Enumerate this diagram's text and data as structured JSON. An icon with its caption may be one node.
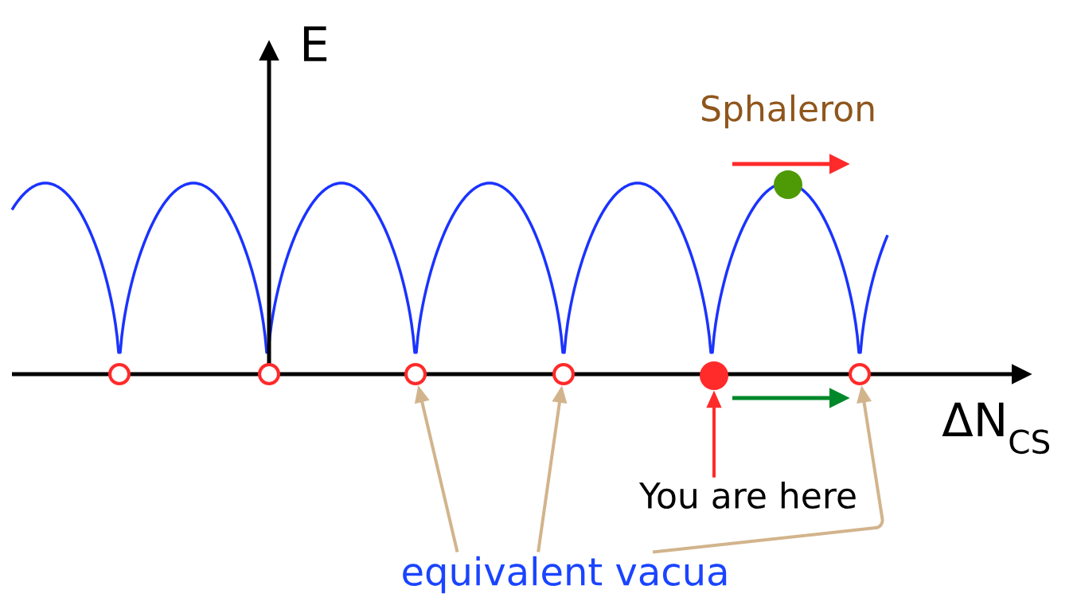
{
  "diagram": {
    "nodes": [
      {
        "text": [],
        "shape": "circle"
      },
      {
        "text": [],
        "shape": "circle"
      },
      {
        "text": [],
        "shape": "circle"
      },
      {
        "text": [],
        "shape": "circle"
      },
      {
        "text": [],
        "shape": "circle"
      },
      {
        "text": [],
        "shape": "circle"
      },
      {
        "text": [],
        "shape": "circle"
      },
      {
        "text": [
          "equivalent vacua"
        ]
      },
      {
        "text": [
          "You are here"
        ]
      }
    ],
    "edges": [
      {
        "from": 7,
        "to": 2,
        "arrow": "to",
        "color": "#d2b48c"
      },
      {
        "from": 7,
        "to": 3,
        "arrow": "to",
        "color": "#d2b48c"
      },
      {
        "from": 7,
        "to": 5,
        "arrow": "to",
        "color": "#d2b48c"
      },
      {
        "from": 8,
        "to": 4,
        "arrow": "to",
        "color": "#ff2a2a"
      }
    ],
    "labels": [
      "E",
      "Sphaleron",
      "ΔN$_{CS}$"
    ]
  }
}
